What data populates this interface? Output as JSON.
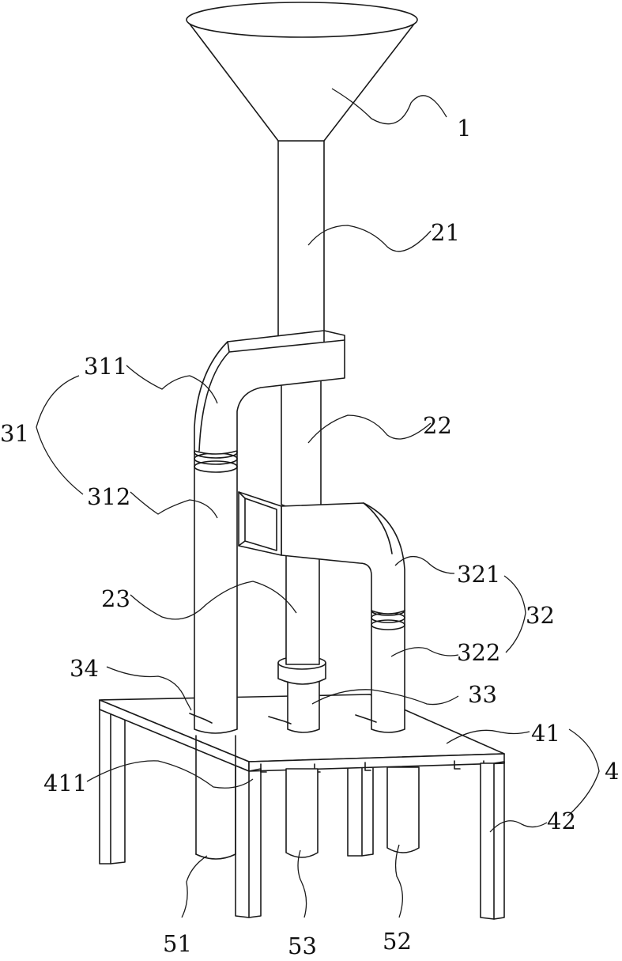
{
  "labels": {
    "funnel": "1",
    "upper_pipe": "21",
    "middle_pipe": "22",
    "lower_pipe": "23",
    "left_branch_assembly": "31",
    "left_branch_elbow": "311",
    "left_branch_pipe": "312",
    "right_branch_assembly": "32",
    "right_branch_elbow": "321",
    "right_branch_pipe": "322",
    "center_connector": "33",
    "clamp": "34",
    "table_assembly": "4",
    "table_top": "41",
    "table_bracket": "411",
    "table_leg": "42",
    "left_outlet_tube": "51",
    "right_outlet_tube": "52",
    "center_outlet_tube": "53"
  }
}
